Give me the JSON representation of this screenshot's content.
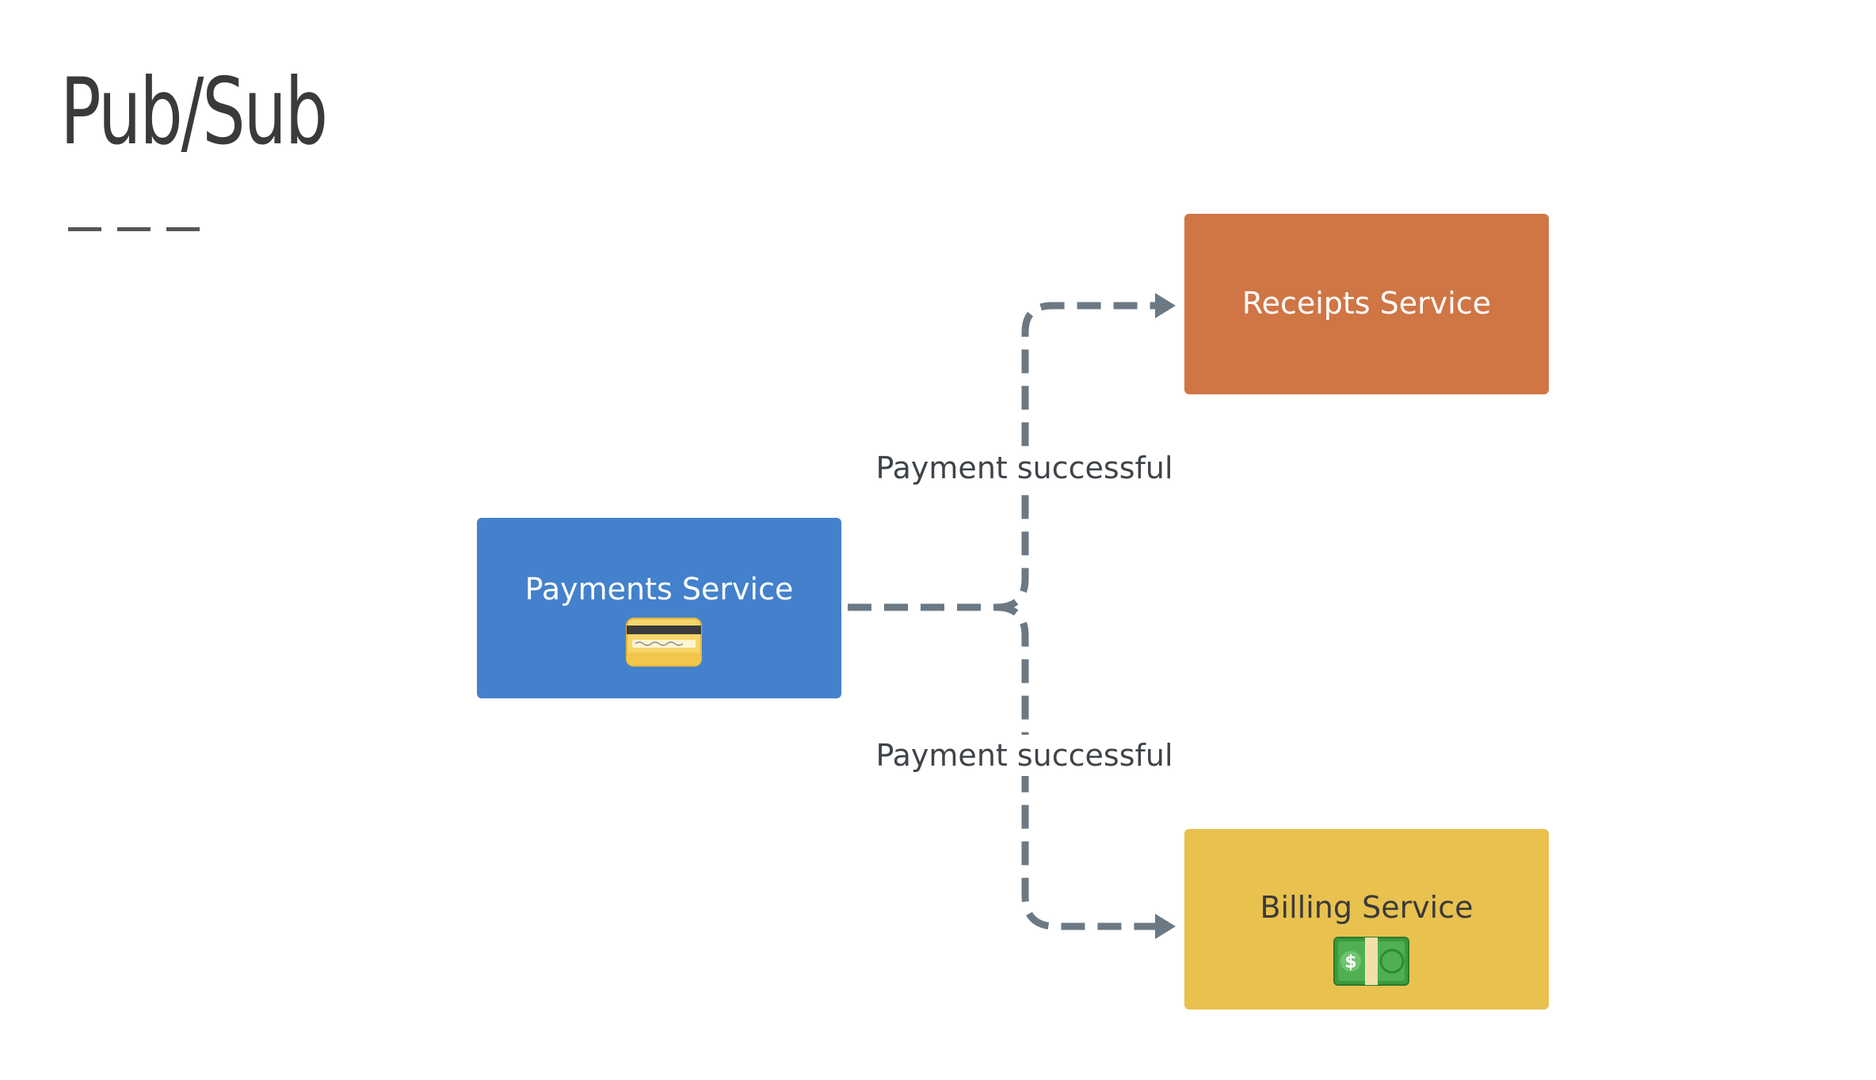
{
  "slide": {
    "title": "Pub/Sub"
  },
  "nodes": {
    "publisher": {
      "label": "Payments Service",
      "icon": "credit-card-icon"
    },
    "subscriber_top": {
      "label": "Receipts Service"
    },
    "subscriber_bottom": {
      "label": "Billing Service",
      "icon": "dollar-banknote-icon"
    }
  },
  "edges": {
    "to_receipts_label": "Payment successful",
    "to_billing_label": "Payment successful"
  },
  "colors": {
    "payments": "#4481cc",
    "receipts": "#d07544",
    "billing": "#e9c14f",
    "connector": "#6b7984",
    "title_text": "#3a3a3a"
  }
}
